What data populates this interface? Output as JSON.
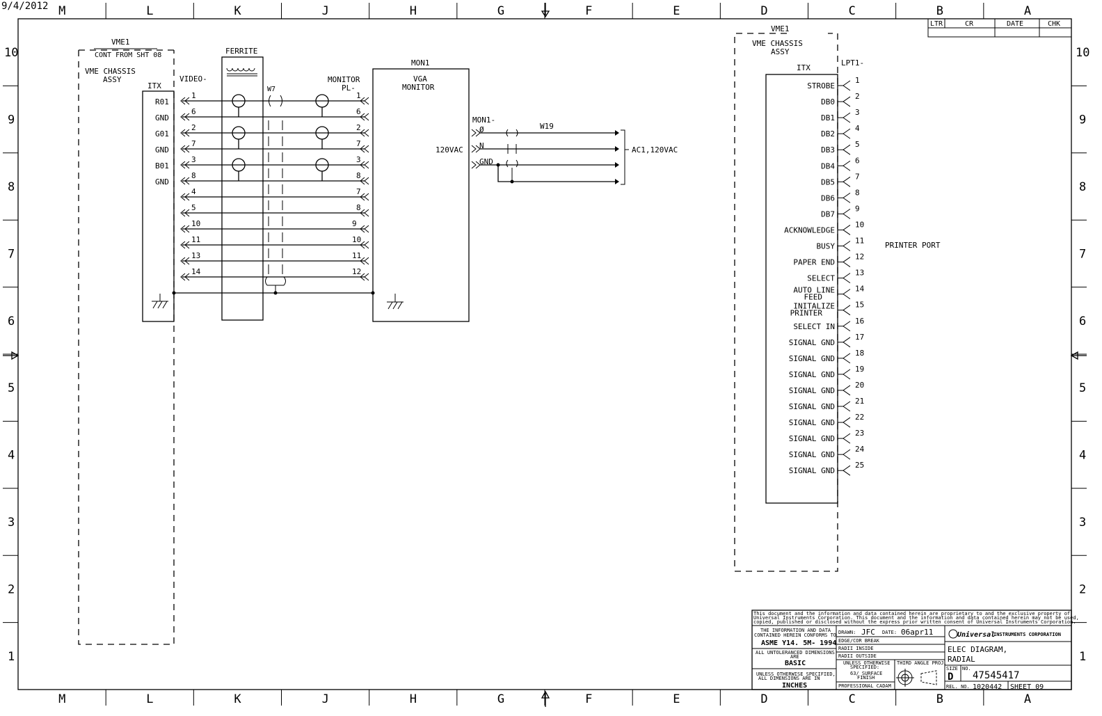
{
  "print_date": "9/4/2012",
  "border": {
    "col_labels": [
      "M",
      "L",
      "K",
      "J",
      "H",
      "G",
      "F",
      "E",
      "D",
      "C",
      "B",
      "A"
    ],
    "row_labels": [
      "10",
      "9",
      "8",
      "7",
      "6",
      "5",
      "4",
      "3",
      "2",
      "1"
    ]
  },
  "revision_block": {
    "headers": [
      "LTR",
      "CR",
      "DATE",
      "CHK"
    ]
  },
  "vme_left": {
    "ref": "VME1",
    "cont": "CONT FROM SHT 08",
    "assy_line1": "VME CHASSIS",
    "assy_line2": "ASSY",
    "conn": "ITX",
    "pins": [
      "R01",
      "GND",
      "G01",
      "GND",
      "B01",
      "GND"
    ]
  },
  "video_conn": "VIDEO-",
  "ferrite": "FERRITE",
  "cable_w7": "W7",
  "monitor_pl": {
    "line1": "MONITOR",
    "line2": "PL-"
  },
  "left_pin_numbers": [
    "1",
    "6",
    "2",
    "7",
    "3",
    "8",
    "4",
    "5",
    "10",
    "11",
    "13",
    "14"
  ],
  "right_pin_numbers": [
    "1",
    "6",
    "2",
    "7",
    "3",
    "8",
    "7",
    "8",
    "9",
    "10",
    "11",
    "12"
  ],
  "monitor": {
    "ref": "MON1",
    "line1": "VGA",
    "line2": "MONITOR",
    "power": "120VAC",
    "conn": "MON1-",
    "phase": "Ø",
    "neutral": "N",
    "ground": "GND"
  },
  "cable_w19": "W19",
  "ac_dest": "AC1,120VAC",
  "vme_right": {
    "ref": "VME1",
    "assy_line1": "VME CHASSIS",
    "assy_line2": "ASSY",
    "conn": "ITX",
    "lpt": "LPT1-",
    "printer_port": "PRINTER PORT",
    "signals": [
      {
        "pin": "1",
        "lines": [
          "STROBE"
        ]
      },
      {
        "pin": "2",
        "lines": [
          "DB0"
        ]
      },
      {
        "pin": "3",
        "lines": [
          "DB1"
        ]
      },
      {
        "pin": "4",
        "lines": [
          "DB2"
        ]
      },
      {
        "pin": "5",
        "lines": [
          "DB3"
        ]
      },
      {
        "pin": "6",
        "lines": [
          "DB4"
        ]
      },
      {
        "pin": "7",
        "lines": [
          "DB5"
        ]
      },
      {
        "pin": "8",
        "lines": [
          "DB6"
        ]
      },
      {
        "pin": "9",
        "lines": [
          "DB7"
        ]
      },
      {
        "pin": "10",
        "lines": [
          "ACKNOWLEDGE"
        ]
      },
      {
        "pin": "11",
        "lines": [
          "BUSY"
        ]
      },
      {
        "pin": "12",
        "lines": [
          "PAPER END"
        ]
      },
      {
        "pin": "13",
        "lines": [
          "SELECT"
        ]
      },
      {
        "pin": "14",
        "lines": [
          "AUTO LINE",
          "FEED"
        ]
      },
      {
        "pin": "15",
        "lines": [
          "INITALIZE",
          "PRINTER"
        ]
      },
      {
        "pin": "16",
        "lines": [
          "SELECT IN"
        ]
      },
      {
        "pin": "17",
        "lines": [
          "SIGNAL GND"
        ]
      },
      {
        "pin": "18",
        "lines": [
          "SIGNAL GND"
        ]
      },
      {
        "pin": "19",
        "lines": [
          "SIGNAL GND"
        ]
      },
      {
        "pin": "20",
        "lines": [
          "SIGNAL GND"
        ]
      },
      {
        "pin": "21",
        "lines": [
          "SIGNAL GND"
        ]
      },
      {
        "pin": "22",
        "lines": [
          "SIGNAL GND"
        ]
      },
      {
        "pin": "23",
        "lines": [
          "SIGNAL GND"
        ]
      },
      {
        "pin": "24",
        "lines": [
          "SIGNAL GND"
        ]
      },
      {
        "pin": "25",
        "lines": [
          "SIGNAL GND"
        ]
      }
    ]
  },
  "title_block": {
    "notice_line1": "This document and the information and data contained herein are proprietary to and the exclusive property of",
    "notice_line2": "Universal Instruments Corporation.  This document and the information and data contained herein may not be used,",
    "notice_line3": "copied, published or disclosed without the express prior written consent of Universal Instruments Corporation.",
    "conform_line1": "THE INFORMATION AND DATA",
    "conform_line2": "CONTAINED HEREIN CONFORMS TO",
    "standard": "ASME  Y14. 5M- 1994",
    "untol_line1": "ALL UNTOLERANCED DIMENSIONS",
    "untol_line2": "ARE",
    "basic": "BASIC",
    "unless_line1": "UNLESS OTHERWISE SPECIFIED,",
    "unless_line2": "ALL DIMENSIONS ARE IN",
    "inches": "INCHES",
    "drawn_label": "DRAWN:",
    "drawn_by": "JFC",
    "date_label": "DATE:",
    "date": "06apr11",
    "edge_break": "EDGE/COR BREAK",
    "radii_inside": "RADII INSIDE",
    "radii_outside": "RADII OUTSIDE",
    "unless_spec_line1": "UNLESS OTHERWISE",
    "unless_spec_line2": "SPECIFIED:",
    "surface_line1": "63/ SURFACE",
    "surface_line2": "FINISH",
    "third_angle": "THIRD ANGLE PROJ.",
    "cadam": "PROFESSIONAL CADAM",
    "logo": "Universal",
    "company": "INSTRUMENTS CORPORATION",
    "title_line1": "ELEC DIAGRAM,",
    "title_line2": "RADIAL",
    "size_label": "SIZE",
    "size": "D",
    "no_label": "NO.",
    "number": "47545417",
    "rel_label": "REL. NO.",
    "rel_no": "1020442",
    "sheet": "SHEET 09"
  }
}
